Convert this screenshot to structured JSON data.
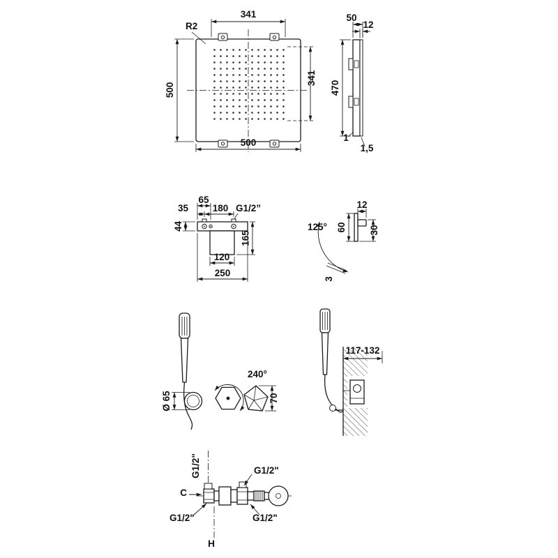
{
  "drawing": {
    "background": "#ffffff",
    "line_color": "#1a1a1a"
  },
  "views": {
    "head_top": {
      "radius_label": "R2",
      "nozzle_width": "341",
      "nozzle_height": "341",
      "width": "500",
      "height": "500"
    },
    "head_side": {
      "depth": "50",
      "flange": "12",
      "height": "470",
      "edge": "1",
      "gap": "1,5"
    },
    "arm_side": {
      "d35": "35",
      "d65": "65",
      "d180": "180",
      "thread": "G1/2”",
      "d44": "44",
      "d165": "165",
      "d120": "120",
      "d250": "250"
    },
    "arm_swivel": {
      "d12": "12",
      "d30": "30",
      "d60": "60",
      "angle": "125°",
      "d3": "3"
    },
    "hand_shower": {
      "holder_diameter": "Ø 65",
      "swivel": "240°",
      "d70": "70",
      "depth_range": "117-132"
    },
    "mixer": {
      "thread_top": "G1/2\"",
      "thread_right": "G1/2\"",
      "cold": "C",
      "thread_bottom_left": "G1/2\"",
      "thread_bottom_right": "G1/2\"",
      "hot": "H"
    }
  }
}
